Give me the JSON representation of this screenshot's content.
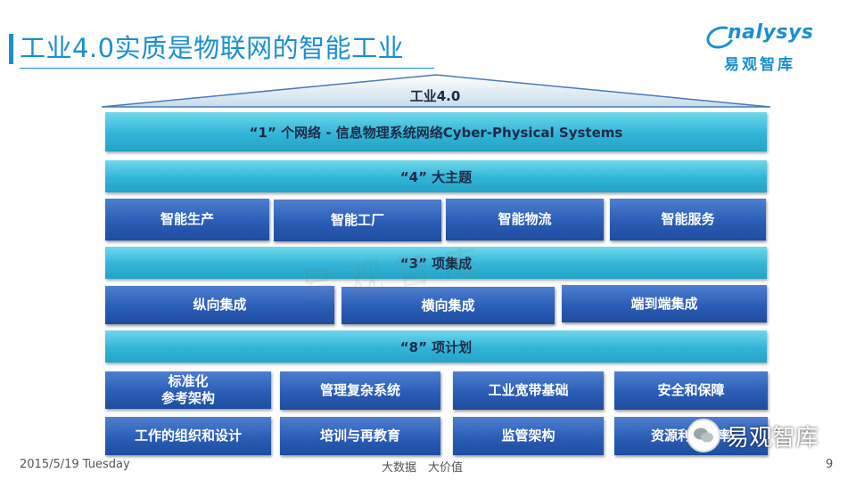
{
  "title": "工业4.0实质是物联网的智能工业",
  "logo": {
    "text": "nalysys",
    "cn": "易观智库"
  },
  "roof_label": "工业4.0",
  "bands": {
    "network": "“1” 个网络 - 信息物理系统网络Cyber-Physical Systems",
    "themes": "“4” 大主题",
    "integrations": "“3” 项集成",
    "plans": "“8” 项计划"
  },
  "themes": [
    "智能生产",
    "智能工厂",
    "智能物流",
    "智能服务"
  ],
  "integrations": [
    "纵向集成",
    "横向集成",
    "端到端集成"
  ],
  "plans": [
    "标准化\n参考架构",
    "管理复杂系统",
    "工业宽带基础",
    "安全和保障",
    "工作的组织和设计",
    "培训与再教育",
    "监管架构",
    "资源利用效率"
  ],
  "watermark": "易观智库",
  "wechat_label": "易观智库",
  "footer": {
    "date": "2015/5/19 Tuesday",
    "center": "大数据　大价值",
    "page": "9"
  }
}
